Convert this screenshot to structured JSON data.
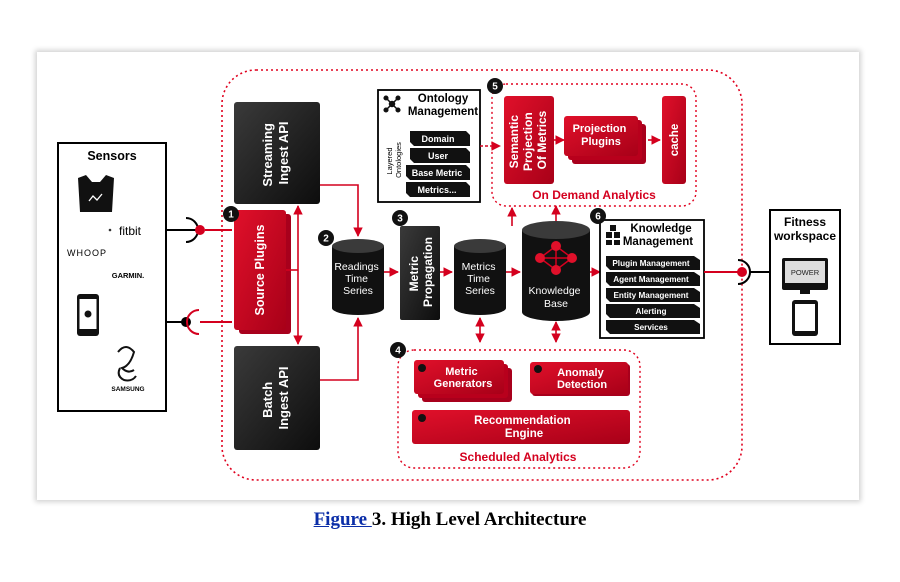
{
  "diagram": {
    "sensors": {
      "title": "Sensors",
      "brands": [
        "fitbit",
        "WHOOP",
        "GARMIN.",
        "SAMSUNG"
      ]
    },
    "ingest": {
      "streaming_line1": "Streaming",
      "streaming_line2": "Ingest API",
      "source_plugins": "Source Plugins",
      "batch_line1": "Batch",
      "batch_line2": "Ingest API"
    },
    "readings": {
      "line1": "Readings",
      "line2": "Time",
      "line3": "Series"
    },
    "metric_propagation": {
      "line1": "Metric",
      "line2": "Propagation"
    },
    "metrics_ts": {
      "line1": "Metrics",
      "line2": "Time",
      "line3": "Series"
    },
    "knowledge_base": {
      "line1": "Knowledge",
      "line2": "Base"
    },
    "ontology": {
      "title1": "Ontology",
      "title2": "Management",
      "side1": "Layered",
      "side2": "Ontologies",
      "layers": [
        "Domain",
        "User",
        "Base Metric",
        "Metrics..."
      ]
    },
    "semantic": {
      "line1": "Semantic",
      "line2": "Projection",
      "line3": "Of Metrics"
    },
    "projection_plugins": {
      "line1": "Projection",
      "line2": "Plugins"
    },
    "cache": "cache",
    "on_demand_label": "On Demand Analytics",
    "knowledge_mgmt": {
      "title1": "Knowledge",
      "title2": "Management",
      "items": [
        "Plugin Management",
        "Agent Management",
        "Entity Management",
        "Alerting",
        "Services"
      ]
    },
    "scheduled": {
      "metric_generators": {
        "line1": "Metric",
        "line2": "Generators"
      },
      "anomaly": {
        "line1": "Anomaly",
        "line2": "Detection"
      },
      "recommendation": {
        "line1": "Recommendation",
        "line2": "Engine"
      },
      "label": "Scheduled Analytics"
    },
    "fitness": {
      "line1": "Fitness",
      "line2": "workspace",
      "power": "POWER"
    },
    "badges": [
      "1",
      "2",
      "3",
      "4",
      "5",
      "6"
    ]
  },
  "caption": {
    "link": "Figure ",
    "text": "3. High Level Architecture"
  },
  "colors": {
    "red": "#c8001e",
    "dark": "#1a1a1a",
    "accent_red": "#e8001e"
  }
}
